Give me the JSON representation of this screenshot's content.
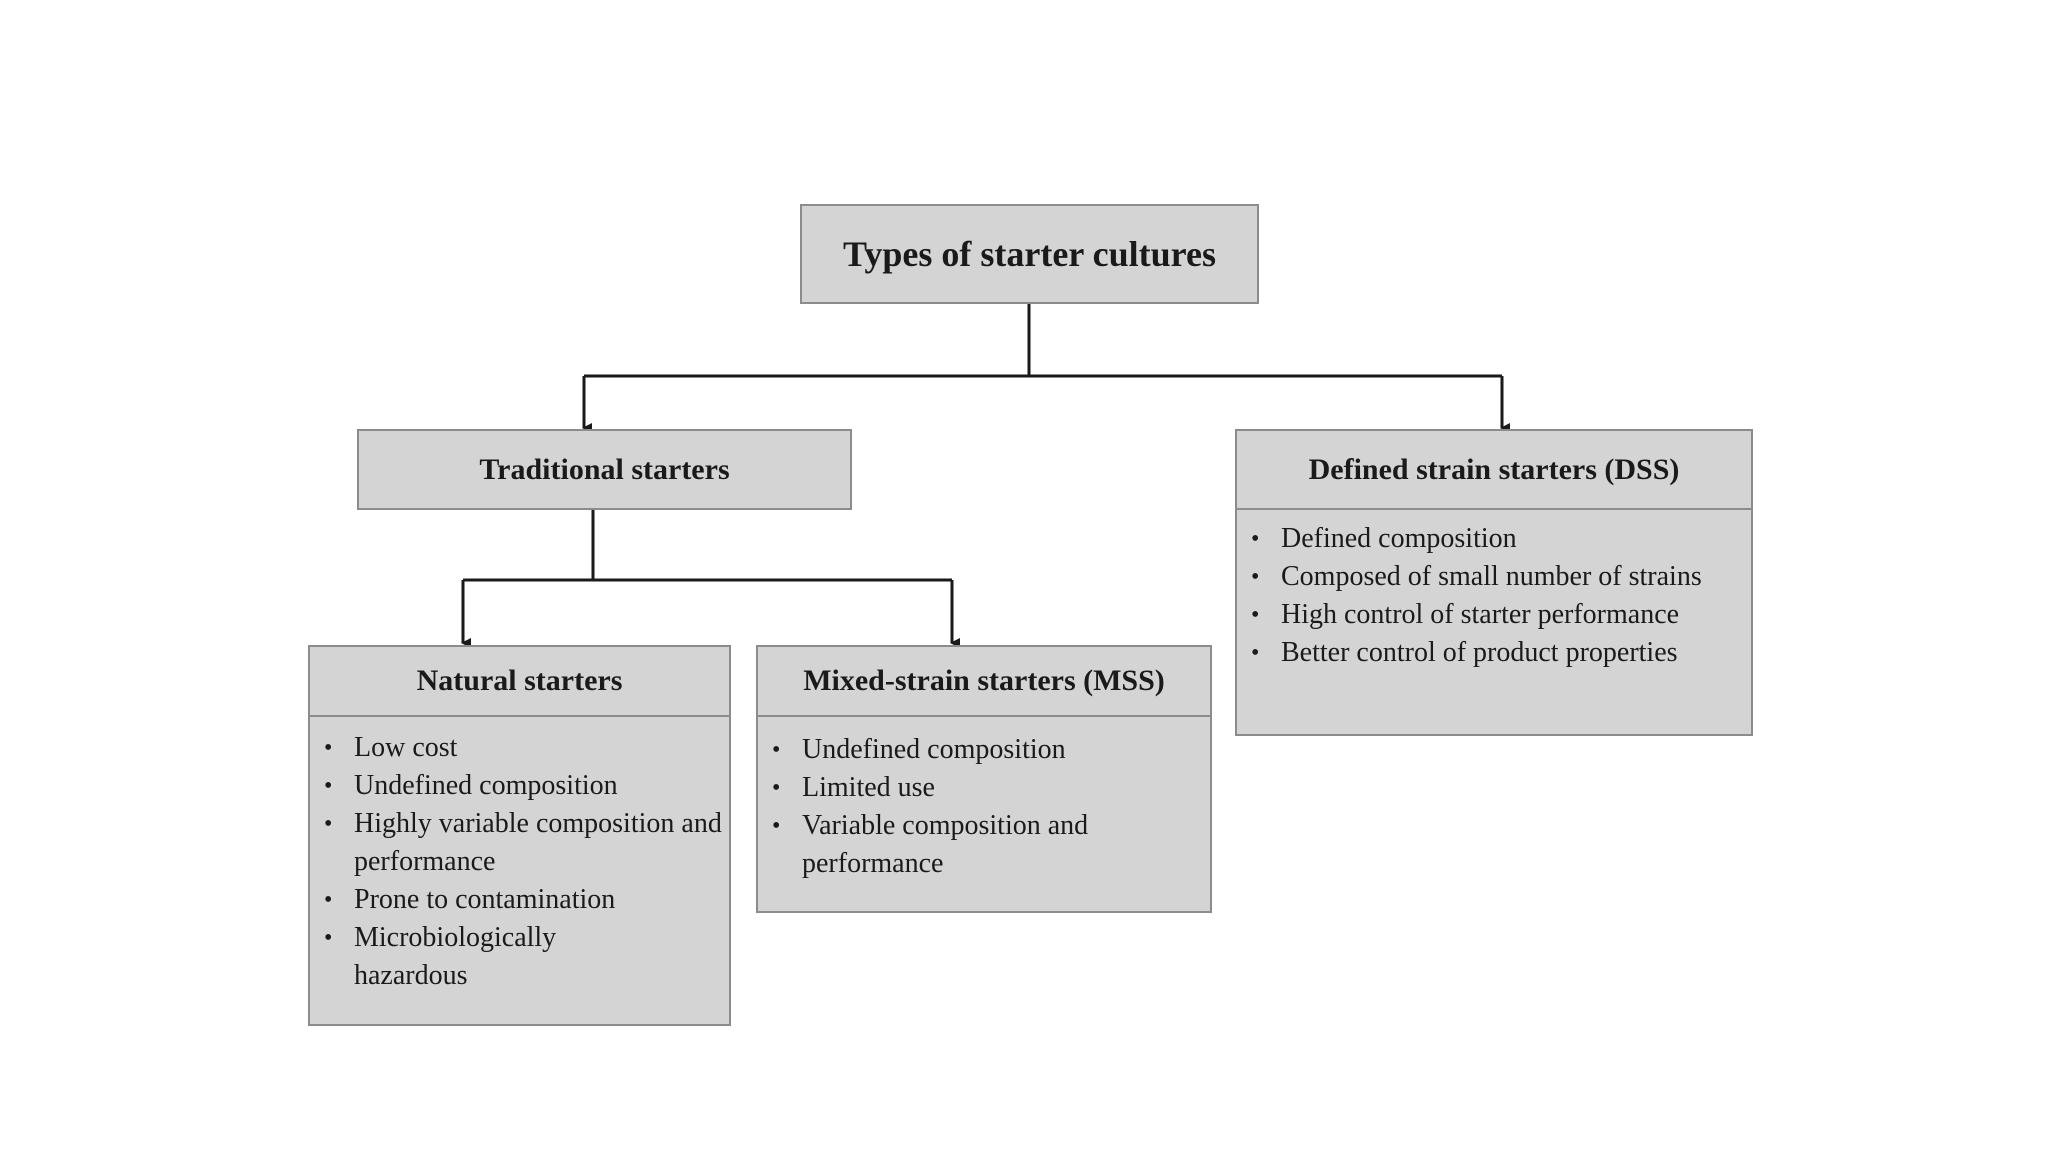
{
  "diagram": {
    "root": {
      "title": "Types of starter cultures"
    },
    "traditional": {
      "title": "Traditional starters"
    },
    "dss": {
      "title": "Defined strain starters (DSS)",
      "items": [
        "Defined composition",
        "Composed of small number of strains",
        "High control of starter performance",
        "Better control of product properties"
      ]
    },
    "natural": {
      "title": "Natural starters",
      "items": [
        "Low cost",
        "Undefined composition",
        "Highly variable composition and performance",
        "Prone to contamination",
        "Microbiologically hazardous"
      ]
    },
    "mss": {
      "title": "Mixed-strain starters (MSS)",
      "items": [
        "Undefined composition",
        "Limited use",
        "Variable composition and performance"
      ]
    },
    "colors": {
      "box_fill": "#d4d4d4",
      "box_border": "#8c8c8c",
      "connector": "#1a1a1a"
    }
  }
}
